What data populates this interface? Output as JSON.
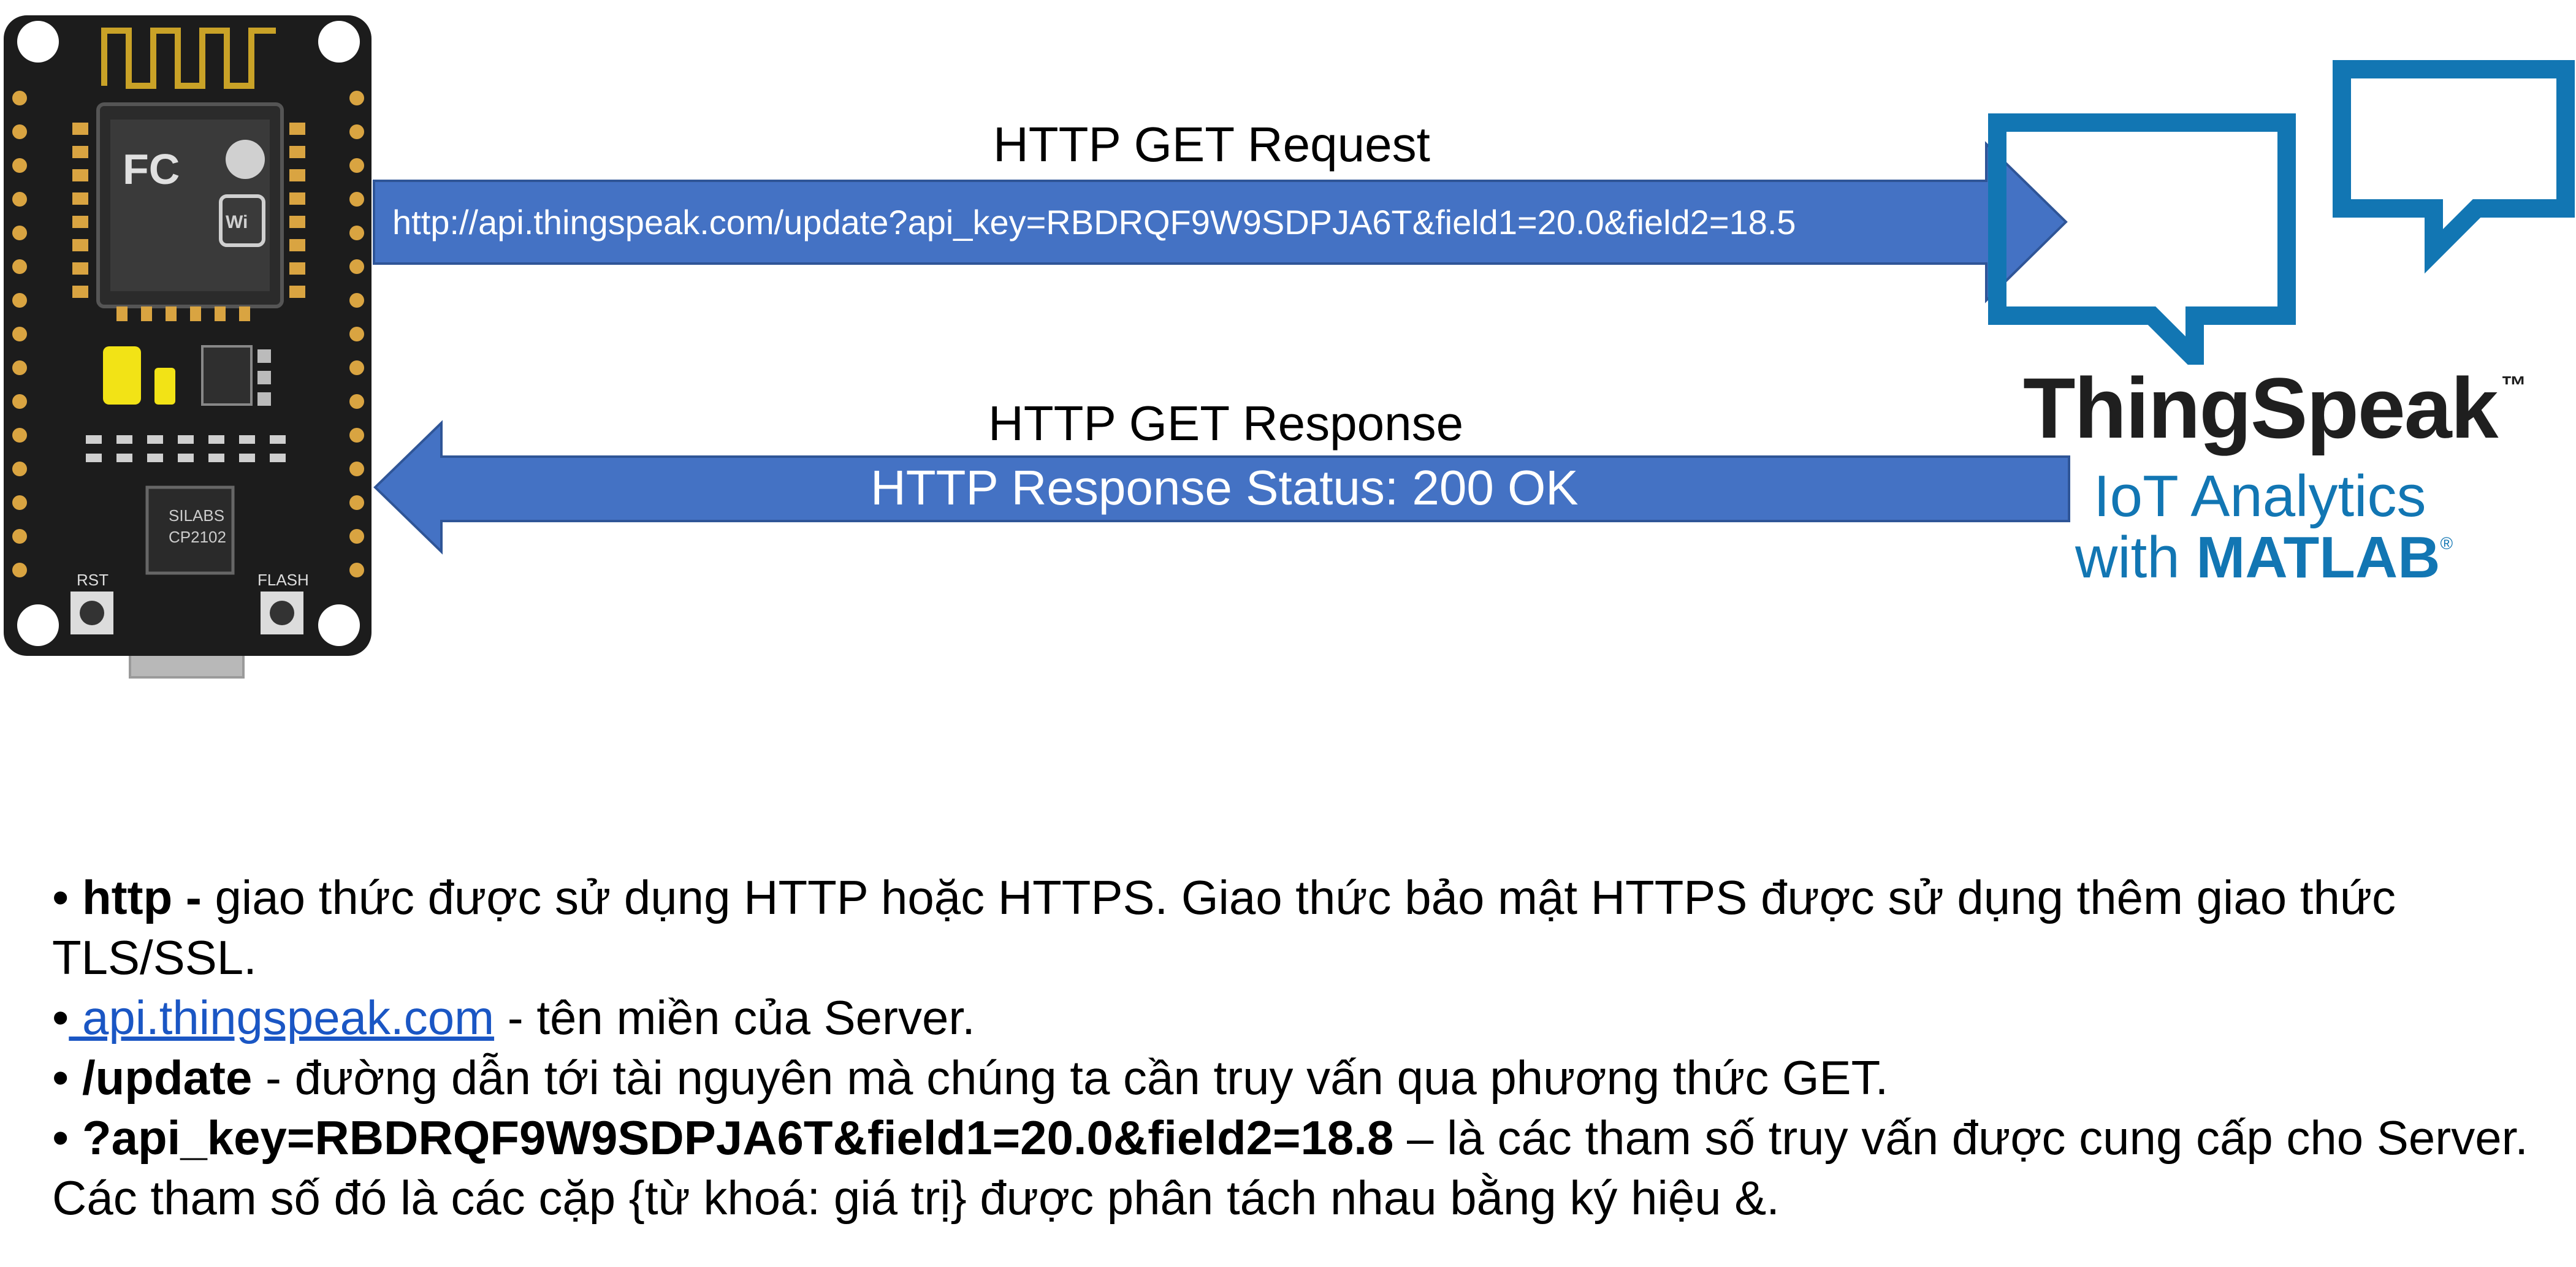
{
  "request": {
    "label": "HTTP GET Request",
    "url": "http://api.thingspeak.com/update?api_key=RBDRQF9W9SDPJA6T&field1=20.0&field2=18.5"
  },
  "response": {
    "label": "HTTP GET Response",
    "status": "HTTP Response Status: 200 OK"
  },
  "logo": {
    "name": "ThingSpeak",
    "trademark": "™",
    "tagline_1": "IoT Analytics",
    "tagline_2_prefix": "with ",
    "tagline_2_brand": "MATLAB",
    "registered": "®"
  },
  "board": {
    "icon": "esp8266-nodemcu-board-icon",
    "chip_label_1": "SILABS",
    "chip_label_2": "CP2102",
    "button_left": "RST",
    "button_right": "FLASH"
  },
  "notes": [
    {
      "bold": "http -",
      "text": " giao thức được sử dụng HTTP hoặc HTTPS. Giao thức bảo mật HTTPS được sử dụng thêm giao thức TLS/SSL."
    },
    {
      "link": " api.thingspeak.com",
      "text": " - tên miền của Server."
    },
    {
      "bold": "/update",
      "text": " - đường dẫn tới tài nguyên mà chúng ta cần truy vấn qua phương thức GET."
    },
    {
      "bold": "?api_key=RBDRQF9W9SDPJA6T&field1=20.0&field2=18.8",
      "text": " – là các tham số truy vấn được cung cấp cho Server. Các tham số đó là các cặp {từ khoá: giá trị} được phân tách nhau bằng ký hiệu &."
    }
  ],
  "colors": {
    "arrow_fill": "#4472c4",
    "arrow_stroke": "#2f5597",
    "logo_blue": "#1276b3",
    "board_black": "#1c1c1c"
  }
}
